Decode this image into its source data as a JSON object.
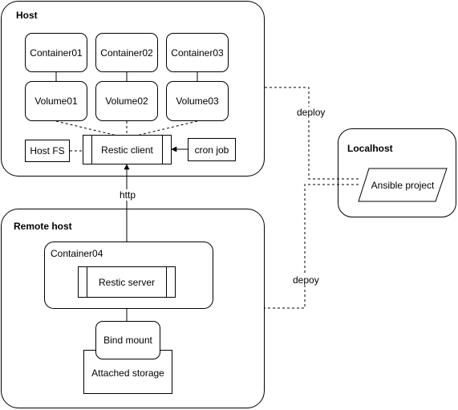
{
  "host": {
    "title": "Host",
    "containers": [
      "Container01",
      "Container02",
      "Container03"
    ],
    "volumes": [
      "Volume01",
      "Volume02",
      "Volume03"
    ],
    "host_fs": "Host FS",
    "restic_client": "Restic client",
    "cron_job": "cron job"
  },
  "localhost": {
    "title": "Localhost",
    "ansible_project": "Ansible project"
  },
  "remote_host": {
    "title": "Remote host",
    "container": "Container04",
    "restic_server": "Restic server",
    "bind_mount": "Bind mount",
    "attached_storage": "Attached storage"
  },
  "edges": {
    "deploy_host": "deploy",
    "deploy_remote": "depoy",
    "http": "http"
  }
}
